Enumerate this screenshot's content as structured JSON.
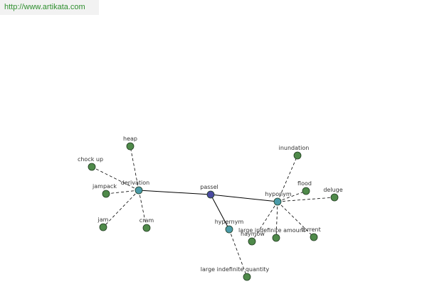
{
  "site": {
    "url": "http://www.artikata.com"
  },
  "colors": {
    "url_text": "#2f8f2f",
    "edge": "#000000",
    "root_node": "#4a4aa0",
    "relation_node": "#4a9aa8",
    "word_node": "#4f8a4a",
    "node_stroke": "#1e3a1e"
  },
  "graph": {
    "root": "passel",
    "relations": [
      {
        "label": "derivation",
        "words": [
          "heap",
          "chock up",
          "jampack",
          "jam",
          "cram"
        ]
      },
      {
        "label": "hypernym",
        "words": [
          "large indefinite quantity"
        ]
      },
      {
        "label": "hyponym",
        "words": [
          "inundation",
          "flood",
          "deluge",
          "torrent",
          "large indefinite amount",
          "haymow"
        ]
      }
    ]
  }
}
